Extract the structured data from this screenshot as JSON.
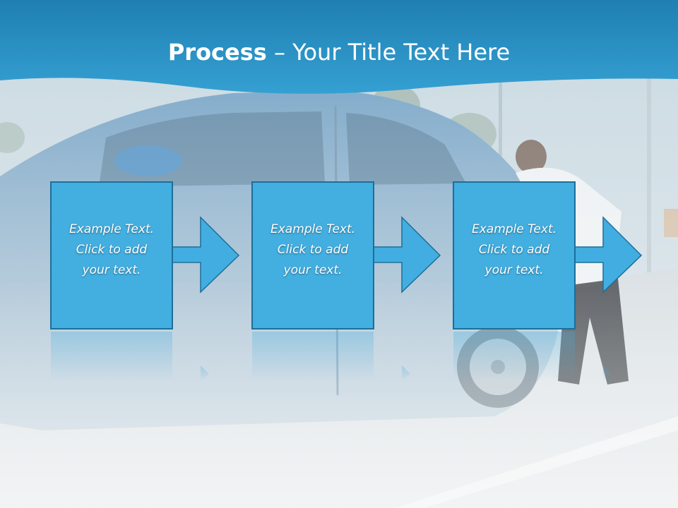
{
  "slide": {
    "title_bold": "Process",
    "title_rest": " – Your Title Text Here"
  },
  "steps": [
    {
      "line1": "Example Text.",
      "line2": "Click  to add",
      "line3": "your text."
    },
    {
      "line1": "Example Text.",
      "line2": "Click  to add",
      "line3": "your text."
    },
    {
      "line1": "Example Text.",
      "line2": "Click  to add",
      "line3": "your text."
    }
  ],
  "colors": {
    "header_blue": "#2f95c6",
    "box_fill": "#43aee0",
    "box_border": "#1d6f99",
    "arrow_fill": "#42ade0"
  },
  "icons": {
    "step_connector": "right-arrow-icon"
  }
}
